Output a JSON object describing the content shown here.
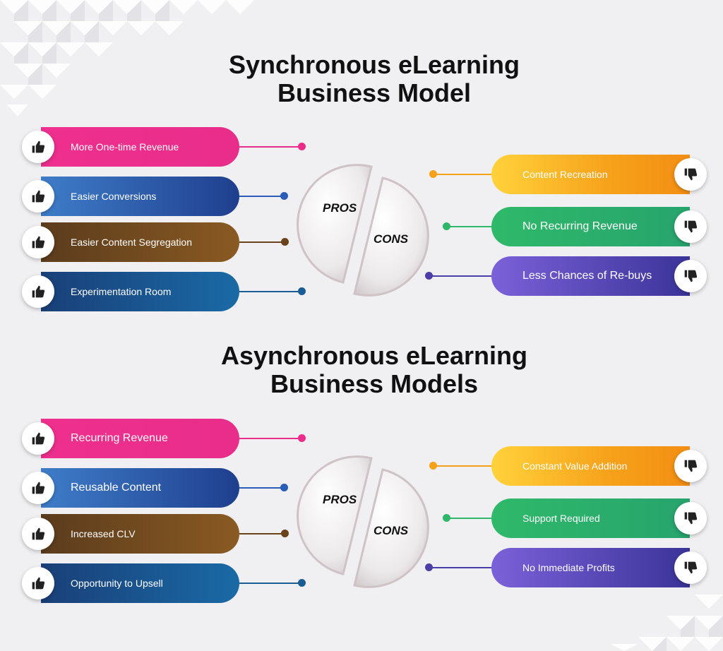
{
  "colors": {
    "pink": "#ee2f8e",
    "blue": "#2a4f9f",
    "brown": "#6e461c",
    "teal_blue": "#1a5c94",
    "orange": "#f6a11a",
    "green": "#27ad6a",
    "purple": "#5a4bb6"
  },
  "sections": [
    {
      "title_line1": "Synchronous eLearning",
      "title_line2": "Business Model",
      "pros_label": "PROS",
      "cons_label": "CONS",
      "pros": [
        {
          "label": "More One-time Revenue",
          "color": "pink",
          "icon": "thumbs-up-icon"
        },
        {
          "label": "Easier Conversions",
          "color": "blue",
          "icon": "thumbs-up-icon"
        },
        {
          "label": "Easier Content Segregation",
          "color": "brown",
          "icon": "thumbs-up-icon"
        },
        {
          "label": "Experimentation Room",
          "color": "teal_blue",
          "icon": "thumbs-up-icon"
        }
      ],
      "cons": [
        {
          "label": "Content Recreation",
          "color": "orange",
          "icon": "thumbs-down-icon"
        },
        {
          "label": "No Recurring Revenue",
          "color": "green",
          "icon": "thumbs-down-icon"
        },
        {
          "label": "Less Chances of Re-buys",
          "color": "purple",
          "icon": "thumbs-down-icon"
        }
      ]
    },
    {
      "title_line1": "Asynchronous eLearning",
      "title_line2": "Business Models",
      "pros_label": "PROS",
      "cons_label": "CONS",
      "pros": [
        {
          "label": "Recurring Revenue",
          "color": "pink",
          "icon": "thumbs-up-icon"
        },
        {
          "label": "Reusable Content",
          "color": "blue",
          "icon": "thumbs-up-icon"
        },
        {
          "label": "Increased CLV",
          "color": "brown",
          "icon": "thumbs-up-icon"
        },
        {
          "label": "Opportunity to Upsell",
          "color": "teal_blue",
          "icon": "thumbs-up-icon"
        }
      ],
      "cons": [
        {
          "label": "Constant Value Addition",
          "color": "orange",
          "icon": "thumbs-down-icon"
        },
        {
          "label": "Support Required",
          "color": "green",
          "icon": "thumbs-down-icon"
        },
        {
          "label": "No Immediate Profits",
          "color": "purple",
          "icon": "thumbs-down-icon"
        }
      ]
    }
  ]
}
